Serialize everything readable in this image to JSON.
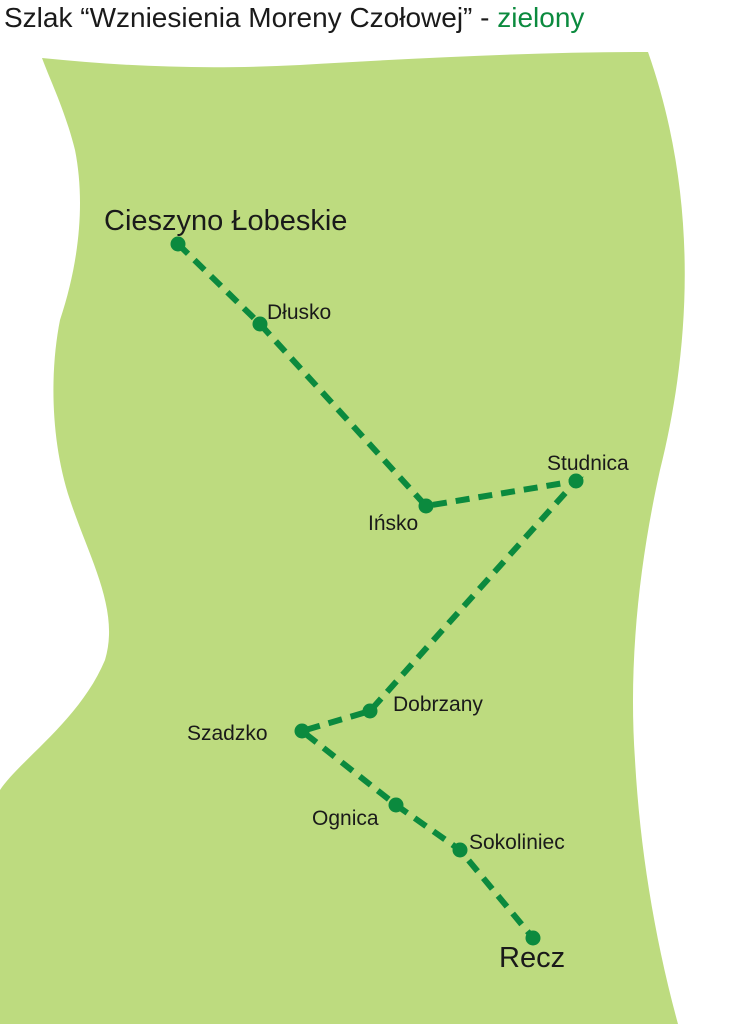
{
  "title": {
    "main": "Szlak “Wzniesienia Moreny Czołowej” -",
    "color_word": "zielony"
  },
  "colors": {
    "land": "#bddb7f",
    "trail": "#0b8a3e",
    "text": "#1a1a1a"
  },
  "stops": [
    {
      "id": "cieszyno",
      "name": "Cieszyno Łobeskie",
      "size": "big"
    },
    {
      "id": "dlusko",
      "name": "Dłusko",
      "size": "small"
    },
    {
      "id": "insko",
      "name": "Ińsko",
      "size": "small"
    },
    {
      "id": "studnica",
      "name": "Studnica",
      "size": "small"
    },
    {
      "id": "dobrzany",
      "name": "Dobrzany",
      "size": "small"
    },
    {
      "id": "szadzko",
      "name": "Szadzko",
      "size": "small"
    },
    {
      "id": "ognica",
      "name": "Ognica",
      "size": "small"
    },
    {
      "id": "sokoliniec",
      "name": "Sokoliniec",
      "size": "small"
    },
    {
      "id": "recz",
      "name": "Recz",
      "size": "big"
    }
  ]
}
